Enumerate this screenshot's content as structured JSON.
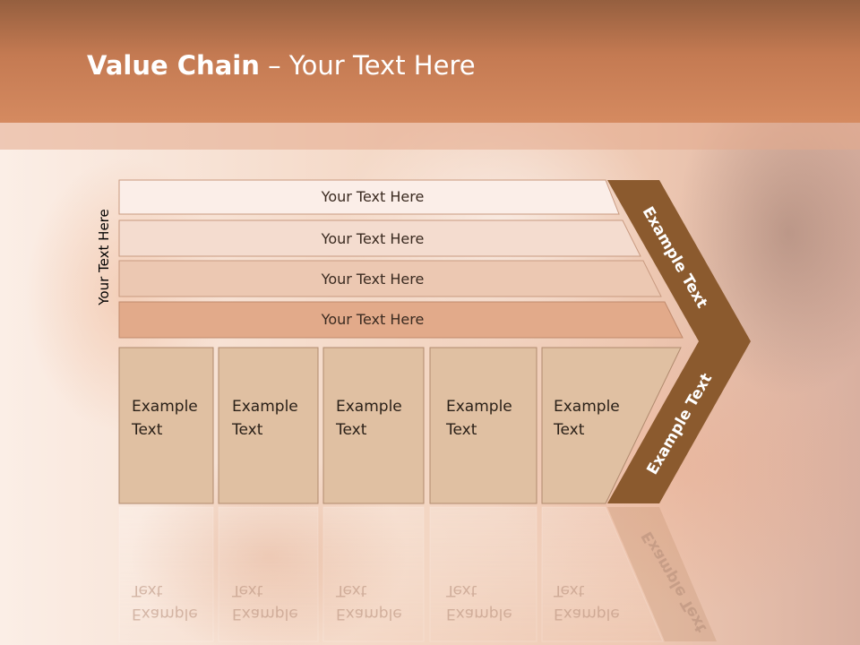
{
  "slide": {
    "title_bold": "Value Chain",
    "title_rest": " – Your Text Here",
    "side_label": "Your Text Here"
  },
  "bars": [
    {
      "label": "Your Text Here",
      "color": "#fbeee8"
    },
    {
      "label": "Your Text Here",
      "color": "#f4dccf"
    },
    {
      "label": "Your Text Here",
      "color": "#ecc8b2"
    },
    {
      "label": "Your Text Here",
      "color": "#e2aa8a"
    }
  ],
  "boxes": [
    {
      "line1": "Example",
      "line2": "Text"
    },
    {
      "line1": "Example",
      "line2": "Text"
    },
    {
      "line1": "Example",
      "line2": "Text"
    },
    {
      "line1": "Example",
      "line2": "Text"
    },
    {
      "line1": "Example",
      "line2": "Text"
    }
  ],
  "chevron": {
    "upper_label": "Example Text",
    "lower_label": "Example Text",
    "color": "#8b5a2e"
  },
  "colors": {
    "header": "#c47a52",
    "box_fill": "#e0c0a2",
    "box_stroke": "#b08a6e"
  }
}
